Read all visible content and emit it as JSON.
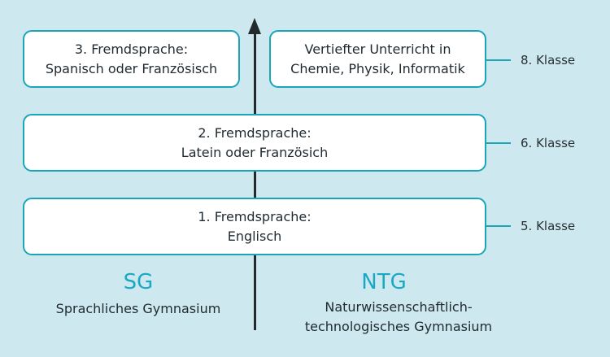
{
  "boxes": {
    "third_language": {
      "line1": "3. Fremdsprache:",
      "line2": "Spanisch oder Französisch"
    },
    "advanced_science": {
      "line1": "Vertiefter Unterricht in",
      "line2": "Chemie, Physik, Informatik"
    },
    "second_language": {
      "line1": "2. Fremdsprache:",
      "line2": "Latein oder Französich"
    },
    "first_language": {
      "line1": "1. Fremdsprache:",
      "line2": "Englisch"
    }
  },
  "grades": {
    "grade8": "8. Klasse",
    "grade6": "6. Klasse",
    "grade5": "5. Klasse"
  },
  "tracks": {
    "sg": {
      "abbr": "SG",
      "name": "Sprachliches Gymnasium"
    },
    "ntg": {
      "abbr": "NTG",
      "name_line1": "Naturwissenschaftlich-",
      "name_line2": "technologisches Gymnasium"
    }
  },
  "colors": {
    "background": "#cde8ee",
    "box_border": "#1aa6b7",
    "accent_text": "#19a9c4",
    "axis": "#222a2e"
  }
}
